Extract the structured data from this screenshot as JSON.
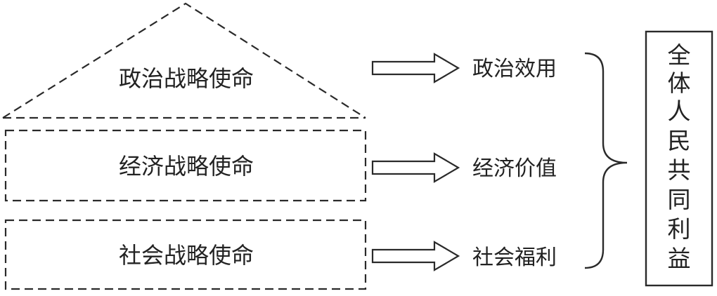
{
  "missions": [
    {
      "label": "政治战略使命"
    },
    {
      "label": "经济战略使命"
    },
    {
      "label": "社会战略使命"
    }
  ],
  "outcomes": [
    {
      "label": "政治效用"
    },
    {
      "label": "经济价值"
    },
    {
      "label": "社会福利"
    }
  ],
  "goal": {
    "chars": [
      "全",
      "体",
      "人",
      "民",
      "共",
      "同",
      "利",
      "益"
    ]
  }
}
